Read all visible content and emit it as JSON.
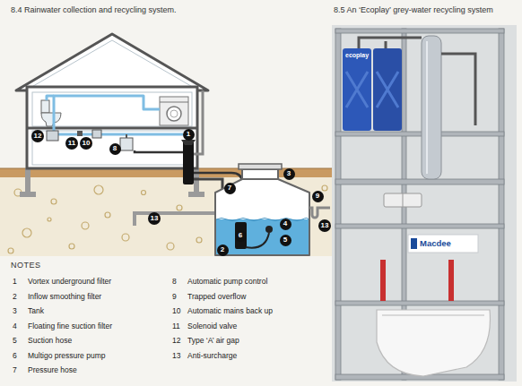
{
  "diagram": {
    "nodes": [
      {
        "text": [
          "12"
        ]
      },
      {
        "text": [
          "11"
        ]
      },
      {
        "text": [
          "10"
        ]
      },
      {
        "text": [
          "8"
        ]
      },
      {
        "text": [
          "1"
        ]
      },
      {
        "text": [
          "7"
        ]
      },
      {
        "text": [
          "3"
        ]
      },
      {
        "text": [
          "9"
        ]
      },
      {
        "text": [
          "13"
        ]
      },
      {
        "text": [
          "4"
        ]
      },
      {
        "text": [
          "13"
        ]
      },
      {
        "text": [
          "5"
        ]
      },
      {
        "text": [
          "6"
        ]
      },
      {
        "text": [
          "2"
        ]
      }
    ],
    "labels": [
      "8.4 Rainwater collection and recycling system.",
      "8.5 An ‘Ecoplay’ grey-water recycling system",
      "NOTES",
      "1",
      "Vortex underground filter",
      "2",
      "Inflow smoothing filter",
      "3",
      "Tank",
      "4",
      "Floating fine suction filter",
      "5",
      "Suction hose",
      "6",
      "Multigo pressure pump",
      "7",
      "Pressure hose",
      "8",
      "Automatic pump control",
      "9",
      "Trapped overflow",
      "10",
      "Automatic mains back up",
      "11",
      "Solenoid valve",
      "12",
      "Type ‘A’ air gap",
      "13",
      "Anti-surcharge",
      "ecoplay",
      "Macdee"
    ]
  }
}
